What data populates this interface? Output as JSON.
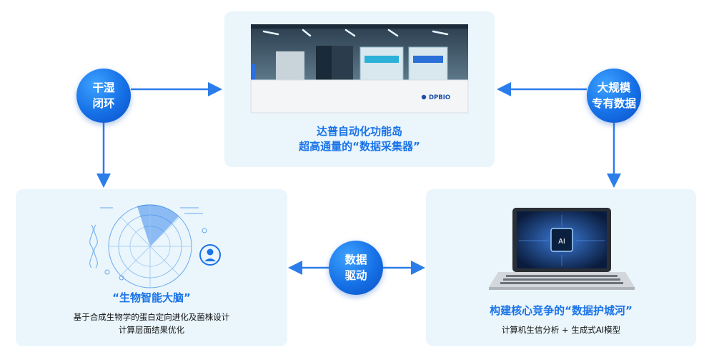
{
  "top": {
    "title_line1": "达普自动化功能岛",
    "title_line2": "超高通量的“数据采集器”",
    "logo_text": "DPBIO"
  },
  "left": {
    "title": "“生物智能大脑”",
    "sub_line1": "基于合成生物学的蛋白定向进化及菌株设计",
    "sub_line2": "计算层面结果优化"
  },
  "right": {
    "title": "构建核心竞争的“数据护城河”",
    "sub_line1": "计算机生信分析 + 生成式AI模型",
    "chip_text": "AI"
  },
  "circles": {
    "left": [
      "干湿",
      "闭环"
    ],
    "right": [
      "大规模",
      "专有数据"
    ],
    "mid": [
      "数据",
      "驱动"
    ]
  },
  "colors": {
    "accent": "#1a73e8",
    "panel": "#eaf6fc",
    "arrow": "#2b7de9"
  }
}
